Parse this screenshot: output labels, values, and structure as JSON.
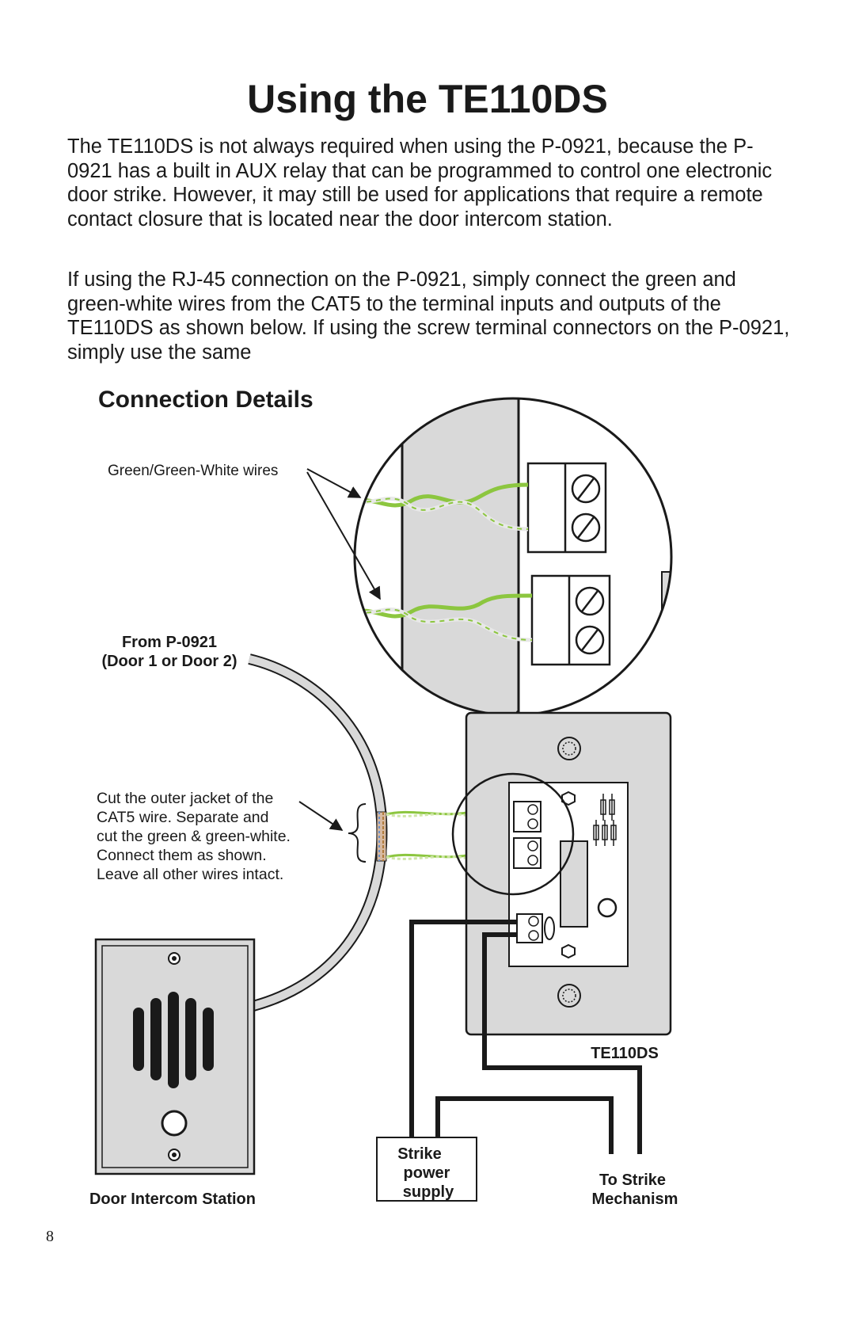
{
  "page": {
    "title": "Using the TE110DS",
    "paragraphs": [
      "The TE110DS is not always required when using the P-0921, because the P-0921 has a built in AUX relay that can be programmed to control one electronic door strike.  However, it may still be used for applications that require a remote contact closure that is located near the door intercom station.",
      "If using the RJ-45 connection on the P-0921, simply connect the green and green-white wires from the CAT5 to the terminal inputs and outputs of the TE110DS as shown below.  If using the screw terminal connectors on the P-0921, simply use the same"
    ],
    "section_title": "Connection Details",
    "page_number": "8"
  },
  "diagram": {
    "labels": {
      "wires": "Green/Green-White wires",
      "from_line1": "From P-0921",
      "from_line2": "(Door 1 or Door 2)",
      "cut_lines": [
        "Cut the outer jacket of the",
        "CAT5 wire. Separate and",
        "cut the green & green-white.",
        "Connect them as shown.",
        "Leave all other wires intact."
      ],
      "te110ds": "TE110DS",
      "strike_power": [
        "Strike",
        "power",
        "supply"
      ],
      "to_strike": [
        "To Strike",
        "Mechanism"
      ],
      "door_station": "Door Intercom Station"
    },
    "colors": {
      "wire_green": "#8cc63f",
      "panel_gray": "#d9d9d9",
      "line": "#1a1a1a"
    }
  }
}
